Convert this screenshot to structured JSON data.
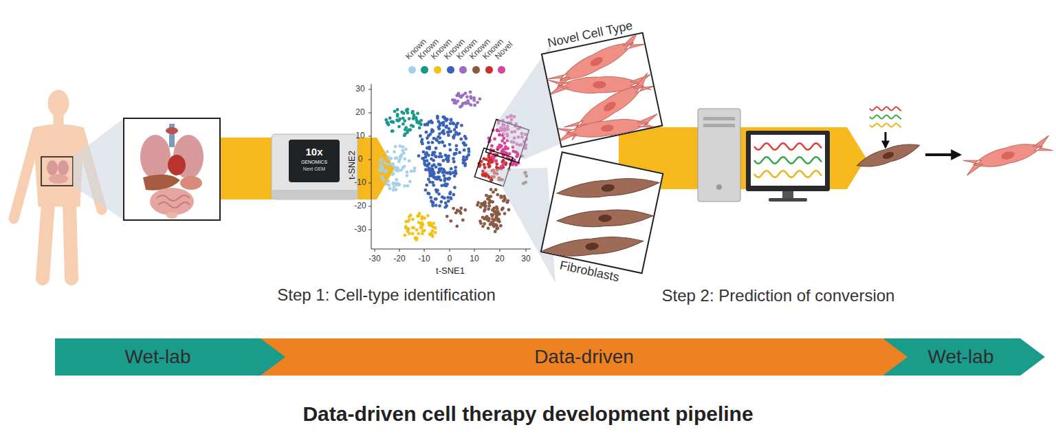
{
  "diagram": {
    "title": "Data-driven cell therapy development pipeline",
    "nodes": [
      {
        "text": [
          "Novel Cell Type"
        ]
      },
      {
        "text": [
          "Fibroblasts"
        ]
      },
      {
        "text": [
          "Wet-lab"
        ]
      },
      {
        "text": [
          "Data-driven"
        ]
      },
      {
        "text": [
          "Wet-lab"
        ]
      }
    ],
    "labels": [
      "10x",
      "GENOMICS",
      "Next GEM",
      "t-SNE2",
      "30",
      "20",
      "10",
      "0",
      "-10",
      "-20",
      "-30",
      "t-SNE1",
      "-30",
      "-20",
      "-10",
      "0",
      "10",
      "20",
      "30",
      "Step 1: Cell-type identification",
      "Step 2: Prediction of conversion"
    ],
    "legend": [
      {
        "text": "Known",
        "color": "#a6cfe9"
      },
      {
        "text": "Known",
        "color": "#17998b"
      },
      {
        "text": "Known",
        "color": "#f2c21b"
      },
      {
        "text": "Known",
        "color": "#3a63b8"
      },
      {
        "text": "Known",
        "color": "#9b6cc4"
      },
      {
        "text": "Known",
        "color": "#8a5a44"
      },
      {
        "text": "Known",
        "color": "#c8302e"
      },
      {
        "text": "Novel",
        "color": "#d9449a"
      }
    ]
  }
}
